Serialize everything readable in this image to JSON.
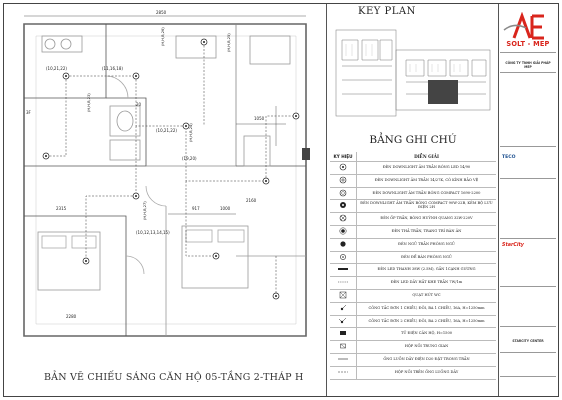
{
  "plan": {
    "title": "BẢN VẼ CHIẾU SÁNG CĂN HỘ 05-TẦNG 2-THÁP H",
    "dim_labels": [
      "2850",
      "(10,21,22)",
      "(11,16,18)",
      "3F",
      "20",
      "(10,21,22)",
      "(19,20)",
      "1050",
      "917",
      "1000",
      "2315",
      "2160",
      "2280",
      "(10,12,13,14,15)"
    ],
    "box_labels": [
      "(H,H,B,23)",
      "(H,H,B,24)",
      "(H,H,B,25)",
      "(H,H,B,26)",
      "(H,H,B,27)"
    ]
  },
  "keyplan": {
    "title": "KEY PLAN"
  },
  "legend": {
    "title": "BẢNG GHI CHÚ",
    "header": {
      "symbol": "KÝ HIỆU",
      "desc": "DIỄN GIẢI"
    },
    "rows": [
      {
        "icon": "downlight-led-icon",
        "desc": "ĐÈN DOWNLIGHT ÂM TRẦN BÓNG LED 14/90"
      },
      {
        "icon": "downlight-protect-icon",
        "desc": "ĐÈN DOWNLIGHT ÂM TRẦN 14/27K, CÓ KÍNH BẢO VỆ"
      },
      {
        "icon": "downlight-compact-icon",
        "desc": "ĐÈN DOWNLIGHT ÂM TRẦN BÓNG COMPACT 1690-2200"
      },
      {
        "icon": "downlight-compact-led-icon",
        "desc": "ĐÈN DOWNLIGHT ÂM TRẦN BÓNG COMPACT 90W-22B, KÈM BỘ LƯU ĐIỆN 2H"
      },
      {
        "icon": "wall-light-icon",
        "desc": "ĐÈN ỐP TRẦN, BÓNG HUỲNH QUANG 32W-220V"
      },
      {
        "icon": "pendant-icon",
        "desc": "ĐÈN THẢ TRẦN, TRANG TRÍ BÀN ĂN"
      },
      {
        "icon": "ceiling-bedroom-icon",
        "desc": "ĐÈN NGỦ TRẦN PHÒNG NGỦ"
      },
      {
        "icon": "bed-light-icon",
        "desc": "ĐÈN ĐỂ BÀN PHÒNG NGỦ"
      },
      {
        "icon": "led-strip-icon",
        "desc": "ĐÈN LED THANH 38W (2.5M), GẮN 1CẠNH GƯƠNG"
      },
      {
        "icon": "led-strip-cove-icon",
        "desc": "ĐÈN LED DÂY HẮT KHE TRẦN 7W/1m"
      },
      {
        "icon": "fan-icon",
        "desc": "QUẠT HÚT WC"
      },
      {
        "icon": "switch-1way-icon",
        "desc": "CÔNG TẮC ĐƠN 1 CHIỀU, ĐÔI, BA 1 CHIỀU, 16A, H=1250mm"
      },
      {
        "icon": "switch-2way-icon",
        "desc": "CÔNG TẮC ĐƠN 2 CHIỀU, ĐÔI, BA 2 CHIỀU, 16A, H=1250mm"
      },
      {
        "icon": "db-panel-icon",
        "desc": "TỦ ĐIỆN CĂN HỘ, H=1500"
      },
      {
        "icon": "junction-box-icon",
        "desc": "HỘP NỐI TRUNG GIAN"
      },
      {
        "icon": "conduit-ceiling-icon",
        "desc": "ỐNG LUỒN DÂY ĐIỆN D20 ĐẶT TRONG TRẦN"
      },
      {
        "icon": "conduit-floor-icon",
        "desc": "HỘP NỐI TRÊN ỐNG LUỒNG DÂY"
      }
    ]
  },
  "titleblock": {
    "logo": "SOLT - MEP",
    "company": "CÔNG TY TNHH GIẢI PHÁP MEP",
    "owner": "TECO",
    "contractor": "StarCity",
    "project": "STARCITY CENTER",
    "accent_color": "#d9251c"
  }
}
